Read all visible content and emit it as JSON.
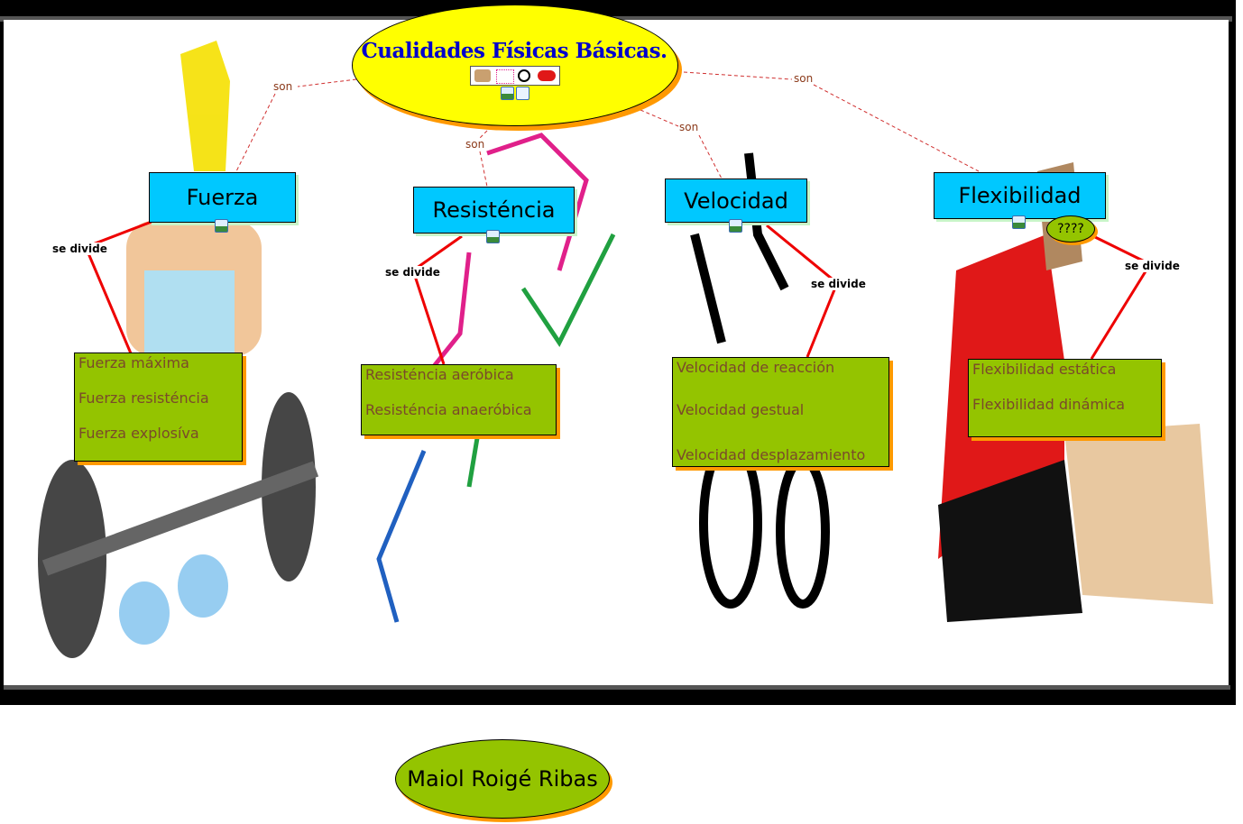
{
  "title": "Cualidades Físicas Básicas.",
  "link_label": "son",
  "divide_label": "se divide",
  "concepts": [
    {
      "name": "Fuerza",
      "items": [
        "Fuerza máxima",
        "Fuerza resisténcia",
        "Fuerza explosíva"
      ]
    },
    {
      "name": "Resisténcia",
      "items": [
        "Resisténcia aeróbica",
        "Resisténcia anaeróbica"
      ]
    },
    {
      "name": "Velocidad",
      "items": [
        "Velocidad de reacción",
        "Velocidad  gestual",
        "Velocidad desplazamiento"
      ]
    },
    {
      "name": "Flexibilidad",
      "items": [
        "Flexibilidad estática",
        "Flexibilidad dinámica"
      ]
    }
  ],
  "question": "????",
  "author": "Maiol Roigé Ribas",
  "colors": {
    "concept": "#00c8ff",
    "subconcept": "#94c400",
    "title": "#ffff00",
    "shadow": "#ff9900",
    "link": "#ff0000"
  }
}
